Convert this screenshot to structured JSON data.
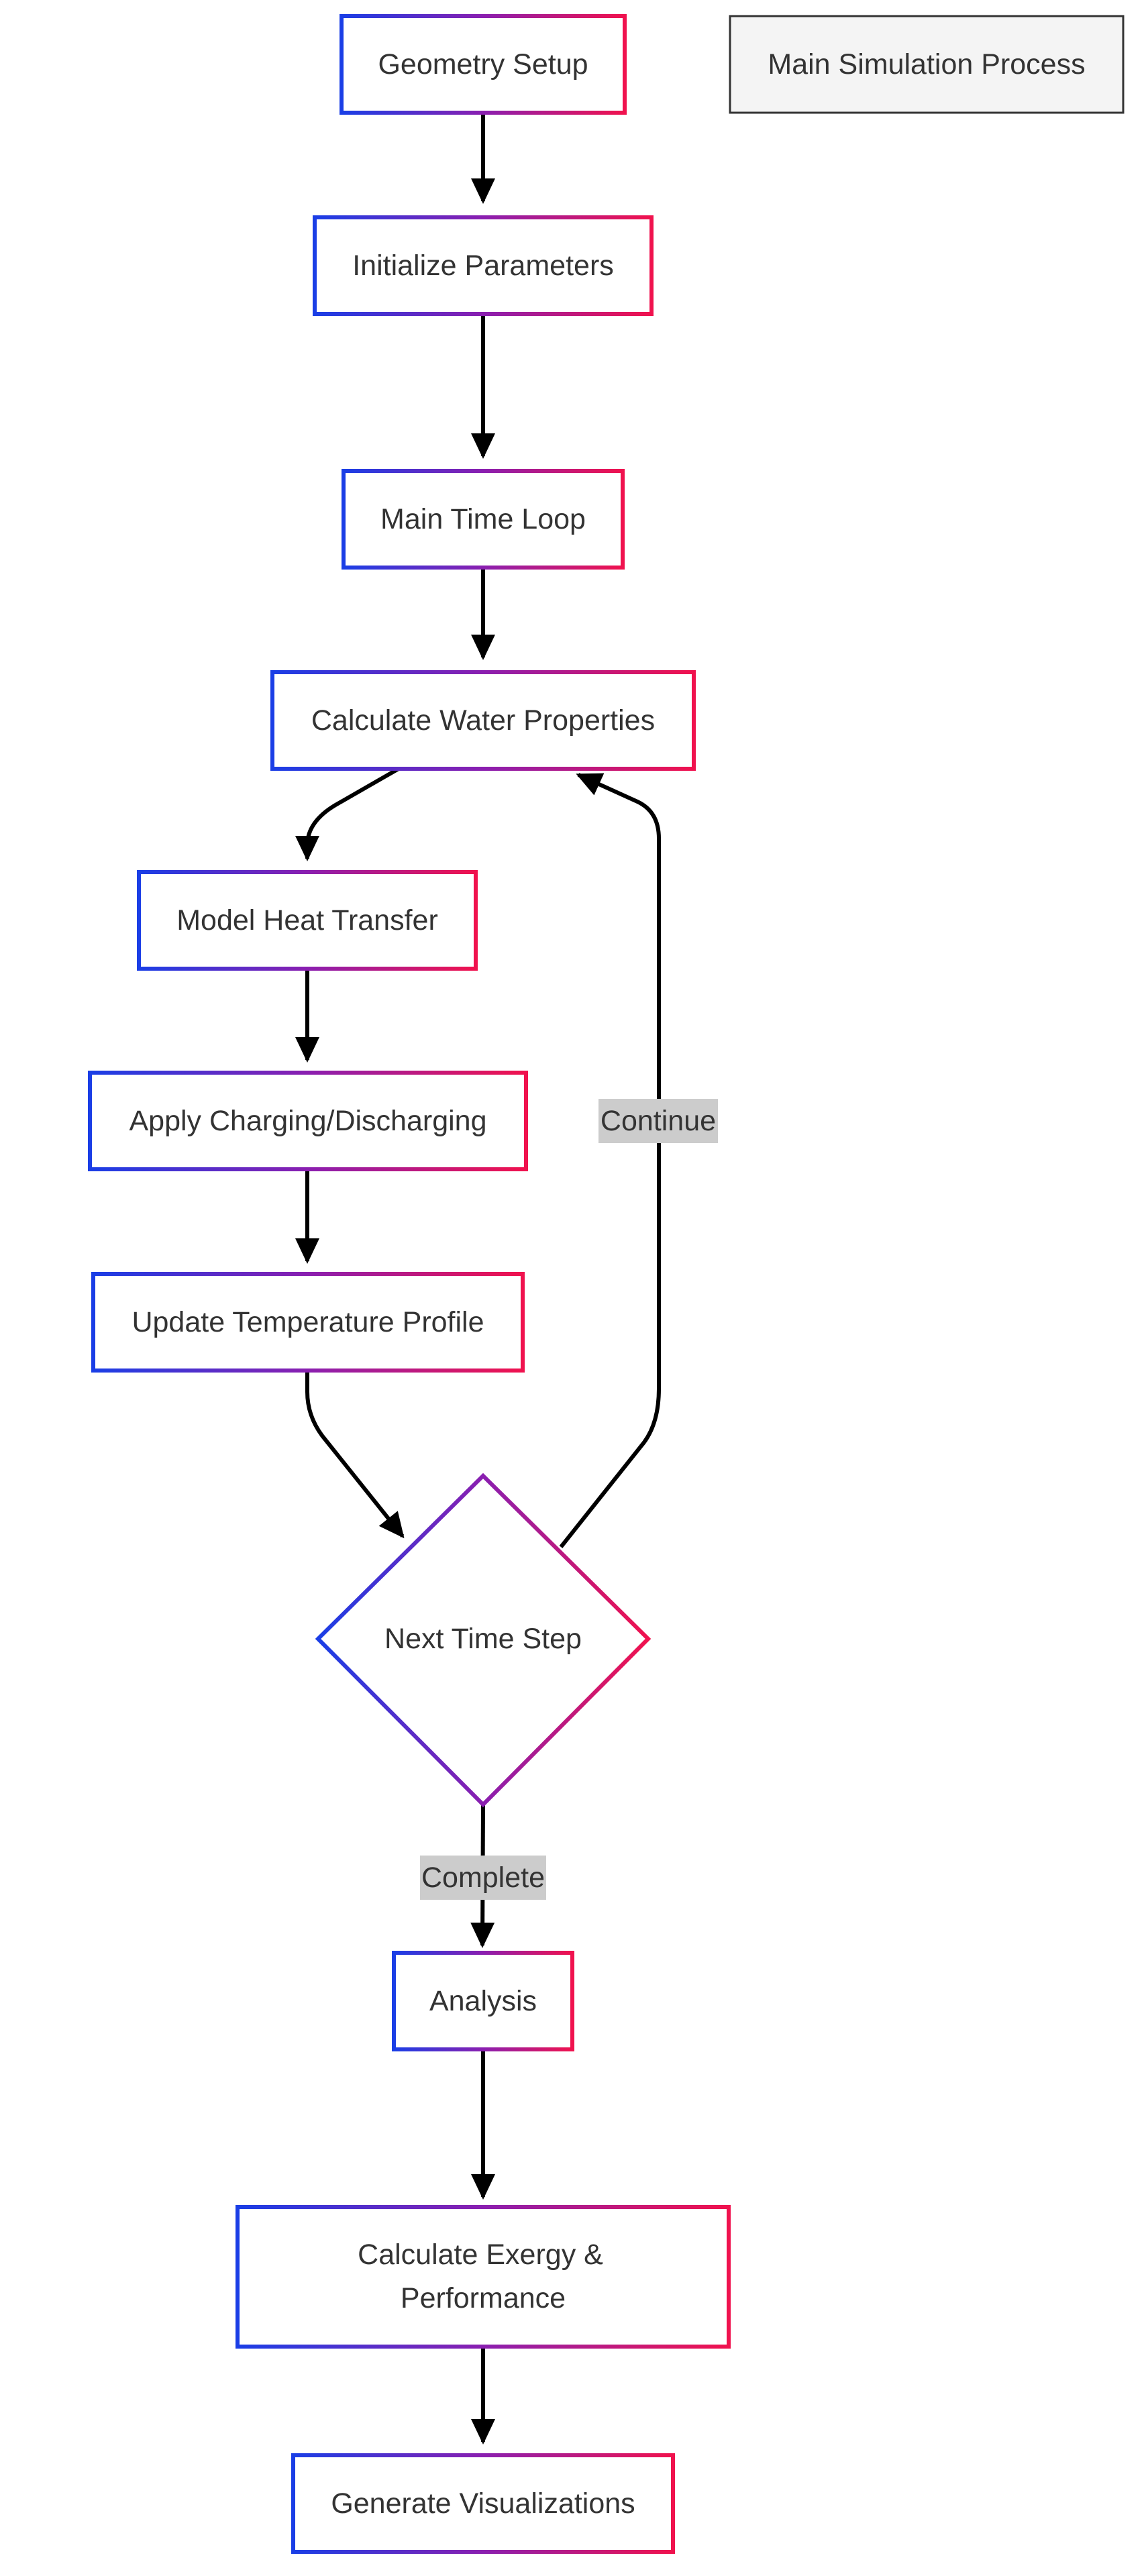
{
  "legend": {
    "label": "Main Simulation Process"
  },
  "nodes": {
    "geometry_setup": "Geometry Setup",
    "initialize_parameters": "Initialize Parameters",
    "main_time_loop": "Main Time Loop",
    "calculate_water_properties": "Calculate Water Properties",
    "model_heat_transfer": "Model Heat Transfer",
    "apply_charging_discharging": "Apply Charging/Discharging",
    "update_temperature_profile": "Update Temperature Profile",
    "next_time_step": "Next Time Step",
    "analysis": "Analysis",
    "calculate_exergy_line1": "Calculate Exergy &",
    "calculate_exergy_line2": "Performance",
    "generate_visualizations": "Generate Visualizations"
  },
  "edge_labels": {
    "continue": "Continue",
    "complete": "Complete"
  },
  "colors": {
    "gradient_start": "#1a3ee6",
    "gradient_mid": "#8a1fb0",
    "gradient_end": "#f0124e",
    "edge": "#000000",
    "edge_label_bg": "#cccccc",
    "legend_fill": "#f4f4f4",
    "legend_stroke": "#333333"
  }
}
